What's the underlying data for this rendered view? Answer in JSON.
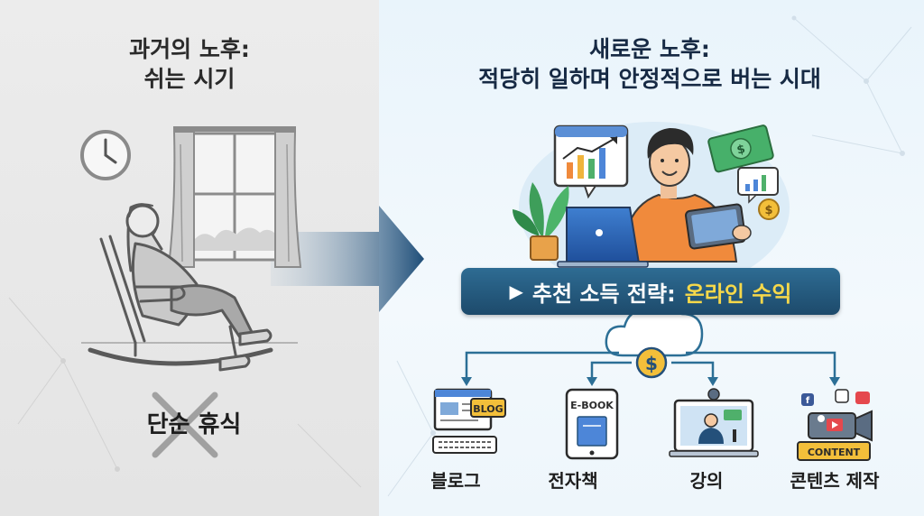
{
  "left": {
    "title_line1": "과거의 노후:",
    "title_line2": "쉬는 시기",
    "bottom_text": "단순 휴식"
  },
  "right": {
    "title_line1": "새로운 노후:",
    "title_line2": "적당히 일하며 안정적으로 버는 시대",
    "banner_prefix": "추천 소득 전략:",
    "banner_highlight": "온라인 수익",
    "coin_symbol": "$",
    "methods": [
      {
        "label": "블로그",
        "tag": "BLOG"
      },
      {
        "label": "전자책",
        "tag": "E-BOOK"
      },
      {
        "label": "강의"
      },
      {
        "label": "콘텐츠 제작",
        "tag": "CONTENT"
      }
    ]
  },
  "colors": {
    "banner": "#245a80",
    "highlight": "#f6d84a",
    "connector": "#2c6f96",
    "accent_orange": "#f08a3c"
  }
}
